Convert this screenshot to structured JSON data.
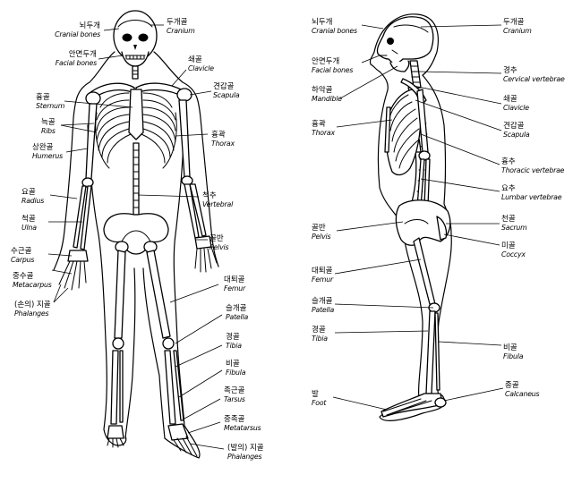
{
  "front": {
    "labels": [
      {
        "id": "cranial-bones",
        "ko": "뇌두개",
        "en": "Cranial bones"
      },
      {
        "id": "cranium",
        "ko": "두개골",
        "en": "Cranium"
      },
      {
        "id": "facial-bones",
        "ko": "안면두개",
        "en": "Facial bones"
      },
      {
        "id": "clavicle",
        "ko": "쇄골",
        "en": "Clavicle"
      },
      {
        "id": "sternum",
        "ko": "흉골",
        "en": "Sternum"
      },
      {
        "id": "scapula",
        "ko": "견갑골",
        "en": "Scapula"
      },
      {
        "id": "ribs",
        "ko": "늑골",
        "en": "Ribs"
      },
      {
        "id": "thorax",
        "ko": "흉곽",
        "en": "Thorax"
      },
      {
        "id": "humerus",
        "ko": "상완골",
        "en": "Humerus"
      },
      {
        "id": "radius",
        "ko": "요골",
        "en": "Radius"
      },
      {
        "id": "vertebral",
        "ko": "척추",
        "en": "Vertebral"
      },
      {
        "id": "ulna",
        "ko": "척골",
        "en": "Ulna"
      },
      {
        "id": "pelvis",
        "ko": "골반",
        "en": "Pelvis"
      },
      {
        "id": "carpus",
        "ko": "수근골",
        "en": "Carpus"
      },
      {
        "id": "metacarpus",
        "ko": "중수골",
        "en": "Metacarpus"
      },
      {
        "id": "femur",
        "ko": "대퇴골",
        "en": "Femur"
      },
      {
        "id": "phalanges-hand",
        "ko": "(손의) 지골",
        "en": "Phalanges"
      },
      {
        "id": "patella",
        "ko": "슬개골",
        "en": "Patella"
      },
      {
        "id": "tibia",
        "ko": "경골",
        "en": "Tibia"
      },
      {
        "id": "fibula",
        "ko": "비골",
        "en": "Fibula"
      },
      {
        "id": "tarsus",
        "ko": "족근골",
        "en": "Tarsus"
      },
      {
        "id": "metatarsus",
        "ko": "중족골",
        "en": "Metatarsus"
      },
      {
        "id": "phalanges-foot",
        "ko": "(발의) 지골",
        "en": "Phalanges"
      }
    ]
  },
  "side": {
    "labels": [
      {
        "id": "cranial-bones",
        "ko": "뇌두개",
        "en": "Cranial bones"
      },
      {
        "id": "cranium",
        "ko": "두개골",
        "en": "Cranium"
      },
      {
        "id": "facial-bones",
        "ko": "안면두개",
        "en": "Facial bones"
      },
      {
        "id": "cervical-vertebrae",
        "ko": "경추",
        "en": "Cervical vertebrae"
      },
      {
        "id": "mandible",
        "ko": "하악골",
        "en": "Mandible"
      },
      {
        "id": "clavicle",
        "ko": "쇄골",
        "en": "Clavicle"
      },
      {
        "id": "thorax",
        "ko": "흉곽",
        "en": "Thorax"
      },
      {
        "id": "scapula",
        "ko": "견갑골",
        "en": "Scapula"
      },
      {
        "id": "thoracic-vertebrae",
        "ko": "흉추",
        "en": "Thoracic vertebrae"
      },
      {
        "id": "lumbar-vertebrae",
        "ko": "요추",
        "en": "Lumbar vertebrae"
      },
      {
        "id": "pelvis",
        "ko": "골반",
        "en": "Pelvis"
      },
      {
        "id": "sacrum",
        "ko": "천골",
        "en": "Sacrum"
      },
      {
        "id": "coccyx",
        "ko": "미골",
        "en": "Coccyx"
      },
      {
        "id": "femur",
        "ko": "대퇴골",
        "en": "Femur"
      },
      {
        "id": "patella",
        "ko": "슬개골",
        "en": "Patella"
      },
      {
        "id": "tibia",
        "ko": "경골",
        "en": "Tibia"
      },
      {
        "id": "fibula",
        "ko": "비골",
        "en": "Fibula"
      },
      {
        "id": "foot",
        "ko": "발",
        "en": "Foot"
      },
      {
        "id": "calcaneus",
        "ko": "종골",
        "en": "Calcaneus"
      }
    ]
  }
}
